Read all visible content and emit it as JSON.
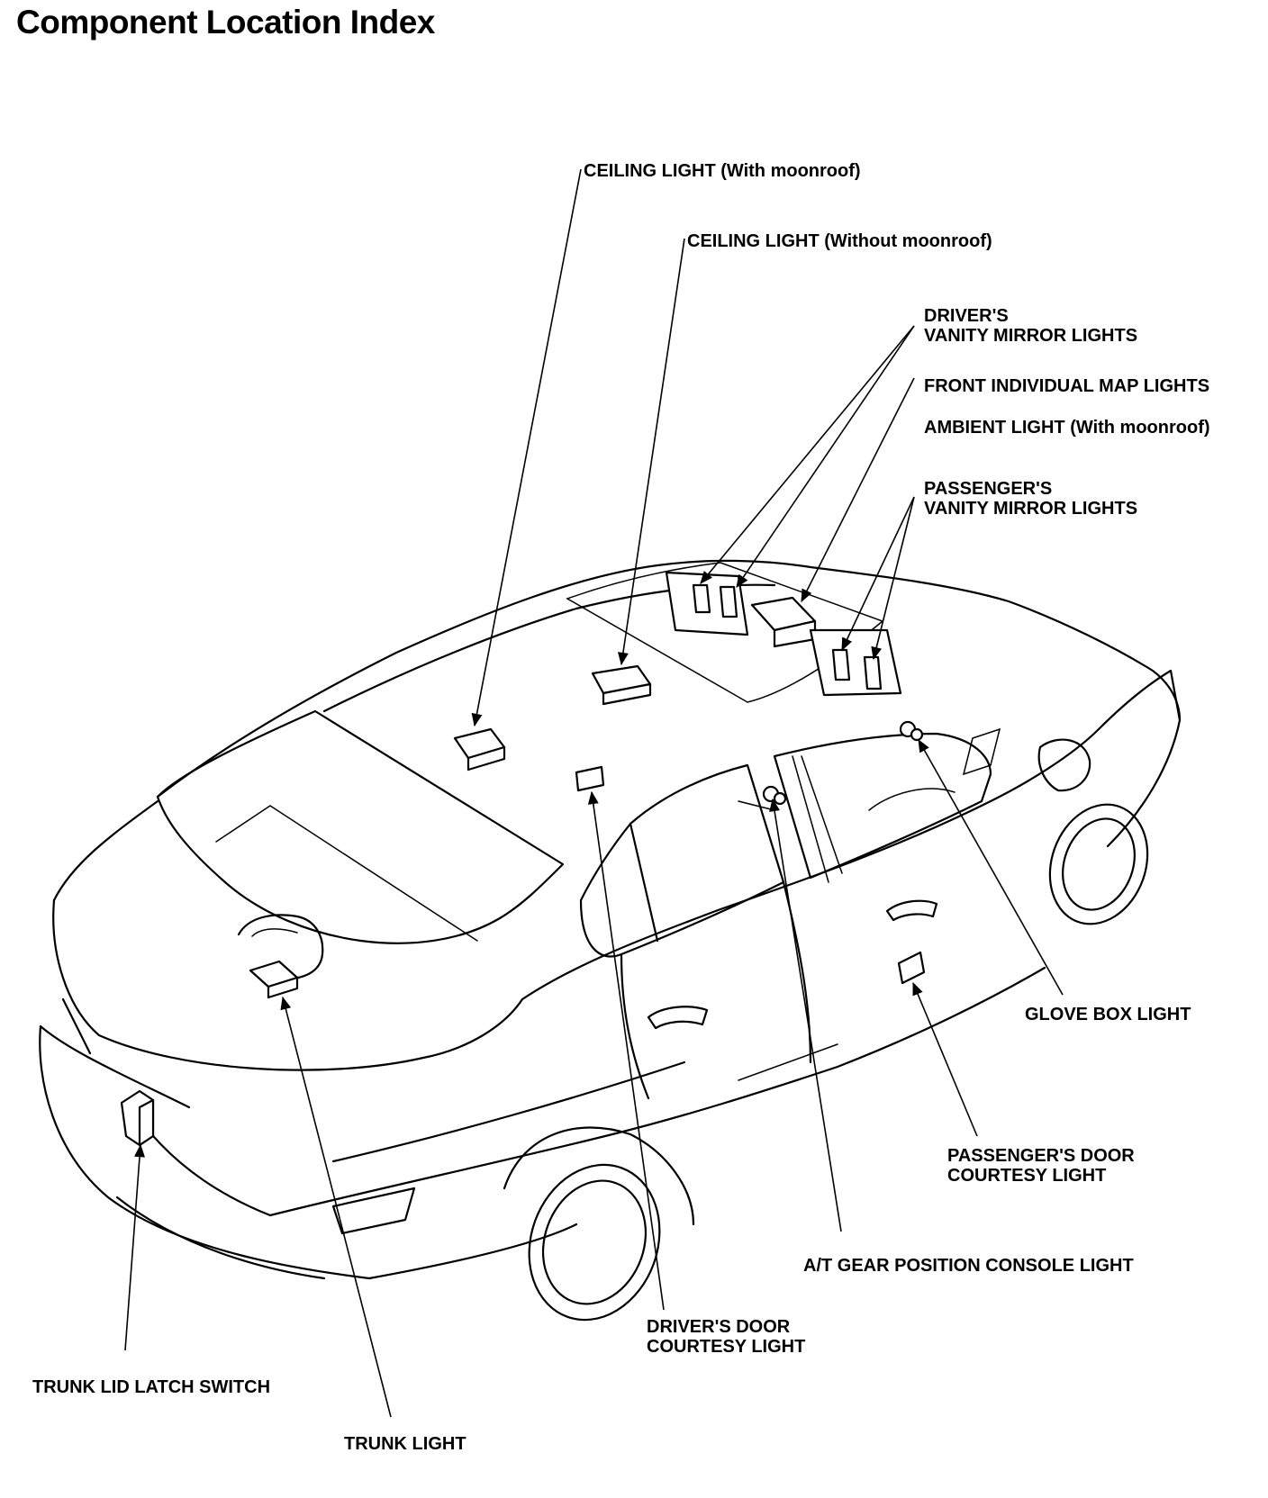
{
  "title": "Component Location Index",
  "labels": {
    "ceiling_light_with": "CEILING LIGHT (With moonroof)",
    "ceiling_light_without": "CEILING LIGHT (Without moonroof)",
    "drivers_vanity_1": "DRIVER'S",
    "drivers_vanity_2": "VANITY MIRROR LIGHTS",
    "front_map_lights": "FRONT INDIVIDUAL MAP LIGHTS",
    "ambient_light": "AMBIENT LIGHT (With moonroof)",
    "passengers_vanity_1": "PASSENGER'S",
    "passengers_vanity_2": "VANITY MIRROR LIGHTS",
    "glove_box_light": "GLOVE BOX LIGHT",
    "passenger_door_1": "PASSENGER'S DOOR",
    "passenger_door_2": "COURTESY LIGHT",
    "at_gear_console": "A/T GEAR POSITION CONSOLE LIGHT",
    "driver_door_1": "DRIVER'S DOOR",
    "driver_door_2": "COURTESY LIGHT",
    "trunk_lid_latch": "TRUNK LID LATCH SWITCH",
    "trunk_light": "TRUNK LIGHT"
  }
}
